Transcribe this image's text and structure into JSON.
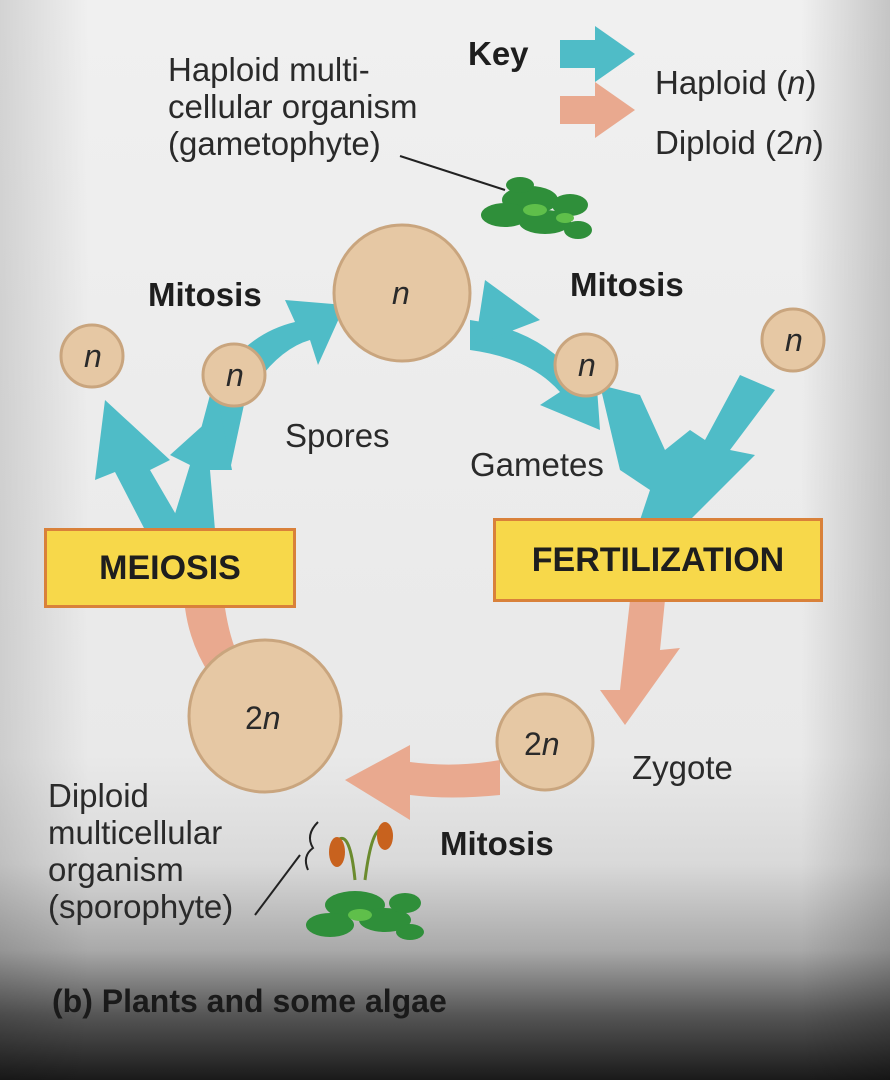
{
  "labels": {
    "gametophyte": "Haploid multi-\ncellular organism\n(gametophyte)",
    "key_title": "Key",
    "key_haploid_prefix": "Haploid (",
    "key_haploid_symbol": "n",
    "key_haploid_suffix": ")",
    "key_diploid_prefix": "Diploid (2",
    "key_diploid_symbol": "n",
    "key_diploid_suffix": ")",
    "mitosis_top_left": "Mitosis",
    "mitosis_top_right": "Mitosis",
    "mitosis_bottom": "Mitosis",
    "spores": "Spores",
    "gametes": "Gametes",
    "meiosis": "MEIOSIS",
    "fertilization": "FERTILIZATION",
    "zygote": "Zygote",
    "sporophyte": "Diploid\nmulticellular\norganism\n(sporophyte)",
    "caption": "(b) Plants and some algae"
  },
  "cells": {
    "gametophyte_cell": "n",
    "spore_left": "n",
    "spore_right": "n",
    "gamete_left": "n",
    "gamete_right": "n",
    "sporophyte_cell": "2n",
    "zygote_cell": "2n"
  },
  "colors": {
    "haploid": "#4fbcc7",
    "diploid": "#e9a98f",
    "cell_fill": "#e6c8a4",
    "cell_stroke": "#c9a57e",
    "box_fill": "#f7d84a",
    "box_border": "#d9813a",
    "plant_green": "#2f8f3a",
    "capsule": "#c8621e"
  }
}
